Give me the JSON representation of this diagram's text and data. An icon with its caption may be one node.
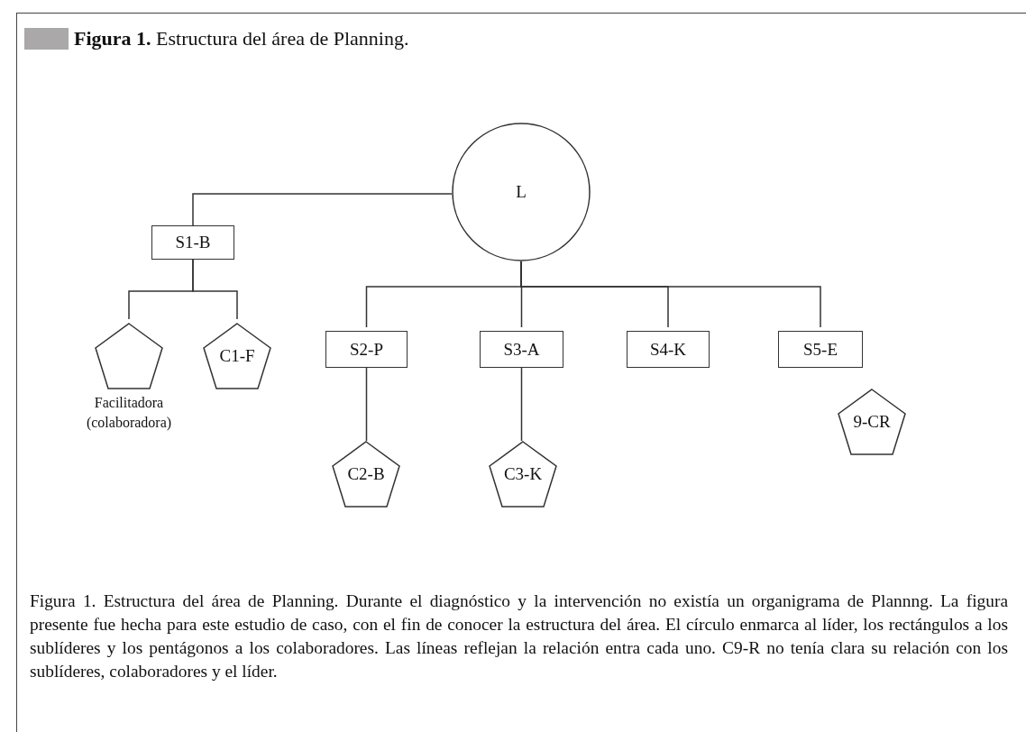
{
  "diagram": {
    "title": "**Figura 1.** Estructura del área de Planning.",
    "caption": "Figura 1. Estructura del área de Planning. Durante el diagnóstico y la intervención no existía un organigrama de Plannng. La figura presente fue hecha para este estudio de caso, con el fin de conocer la estructura del área. El círculo enmarca al líder, los rectángulos a los sublíderes y los pentágonos a los colaboradores. Las líneas reflejan la relación entra cada uno. C9-R no tenía clara su relación con los sublíderes, colaboradores y el líder.",
    "nodes": [
      {
        "text": [
          "L"
        ]
      },
      {
        "text": [
          "S1-B"
        ]
      },
      {
        "text": [],
        "shape": "pentagon",
        "beside": [
          "Facilitadora (colaboradora)"
        ]
      },
      {
        "text": [
          "C1-F"
        ]
      },
      {
        "text": [
          "S2-P"
        ]
      },
      {
        "text": [
          "S3-A"
        ]
      },
      {
        "text": [
          "S4-K"
        ]
      },
      {
        "text": [
          "S5-E"
        ]
      },
      {
        "text": [
          "C2-B"
        ]
      },
      {
        "text": [
          "C3-K"
        ]
      },
      {
        "text": [
          "9-CR"
        ]
      }
    ],
    "edges": [
      {
        "from": 0,
        "to": 1,
        "arrow": "none"
      },
      {
        "from": 1,
        "to": 2,
        "arrow": "none"
      },
      {
        "from": 1,
        "to": 3,
        "arrow": "none"
      },
      {
        "from": 0,
        "to": 4,
        "arrow": "none"
      },
      {
        "from": 0,
        "to": 5,
        "arrow": "none"
      },
      {
        "from": 0,
        "to": 6,
        "arrow": "none"
      },
      {
        "from": 0,
        "to": 7,
        "arrow": "none"
      },
      {
        "from": 4,
        "to": 8,
        "arrow": "none"
      },
      {
        "from": 5,
        "to": 9,
        "arrow": "none"
      }
    ]
  }
}
